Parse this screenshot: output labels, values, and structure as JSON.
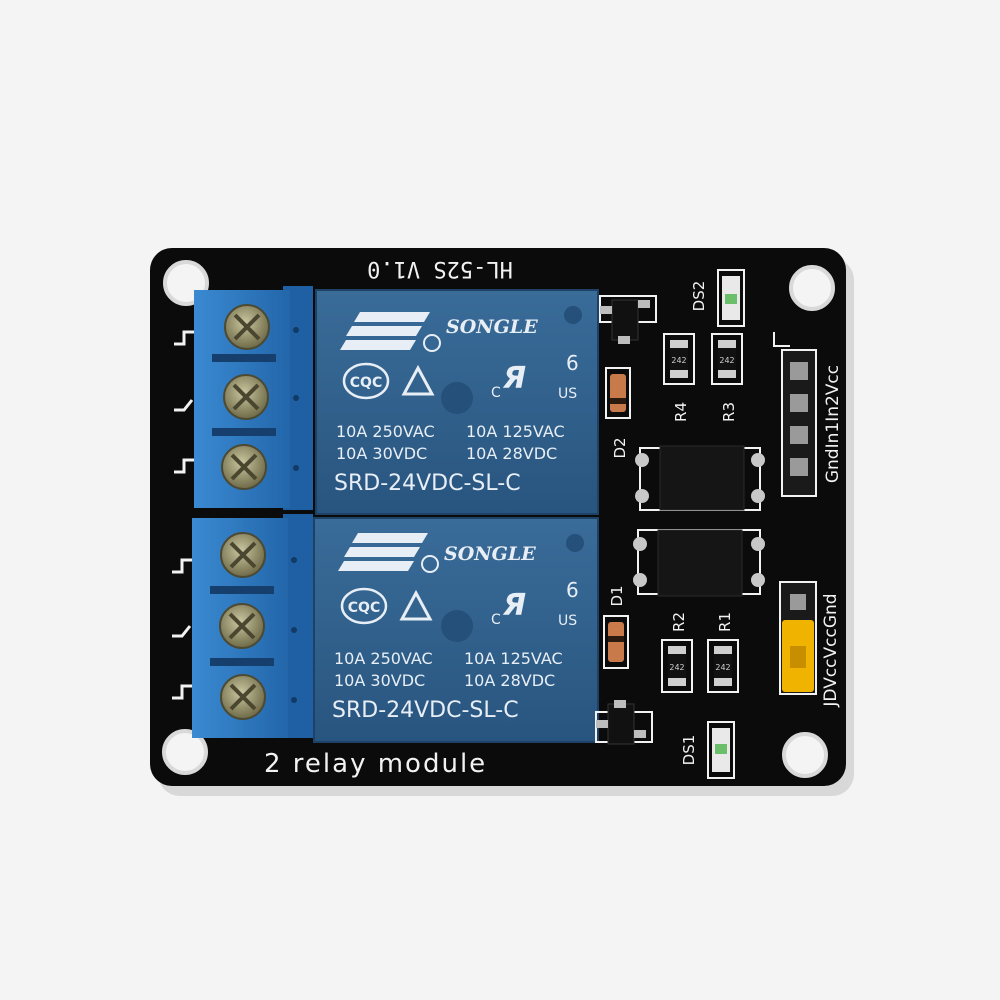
{
  "board": {
    "model": "HL-52S V1.0",
    "title": "2 relay module",
    "colors": {
      "pcb": "#0b0b0c",
      "relay_body": "#2f5f8c",
      "terminal": "#2f7cc4",
      "jumper": "#f0b400",
      "background": "#f4f4f4"
    }
  },
  "relays": [
    {
      "brand": "SONGLE",
      "pin_count": "6",
      "cert_left": "CQC",
      "cert_us": "US",
      "cert_c": "C",
      "rating_1a": "10A 250VAC",
      "rating_1b": "10A 125VAC",
      "rating_2a": "10A  30VDC",
      "rating_2b": "10A  28VDC",
      "part": "SRD-24VDC-SL-C"
    },
    {
      "brand": "SONGLE",
      "pin_count": "6",
      "cert_left": "CQC",
      "cert_us": "US",
      "cert_c": "C",
      "rating_1a": "10A 250VAC",
      "rating_1b": "10A 125VAC",
      "rating_2a": "10A  30VDC",
      "rating_2b": "10A  28VDC",
      "part": "SRD-24VDC-SL-C"
    }
  ],
  "labels": {
    "ds2": "DS2",
    "ds1": "DS1",
    "d2": "D2",
    "d1": "D1",
    "r4": "R4",
    "r3": "R3",
    "r2": "R2",
    "r1": "R1",
    "resistor_code": "242",
    "input_header": "GndIn1In2Vcc",
    "power_header": "JDVccVccGnd"
  }
}
